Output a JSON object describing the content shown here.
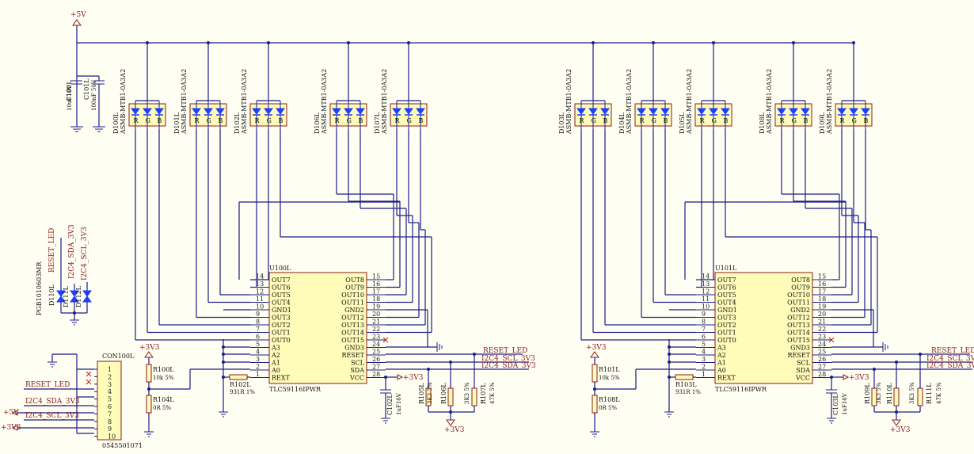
{
  "nets": {
    "p5v": "+5V",
    "p3v3": "+3V3",
    "reset_led": "RESET_LED",
    "i2c_sda": "I2C4_SDA_3V3",
    "i2c_scl": "I2C4_SCL_3V3"
  },
  "caps": {
    "c100": {
      "ref": "C100L",
      "val": "10uF10V"
    },
    "c101": {
      "ref": "C101L",
      "val": "100nF 50V"
    },
    "c102": {
      "ref": "C102L",
      "val": "1uF16V"
    },
    "c103": {
      "ref": "C103L",
      "val": "1uF16V"
    }
  },
  "leds": {
    "part": "ASMB-MTB1-0A3A2",
    "pins": [
      "R",
      "G",
      "B"
    ],
    "left": [
      "D100L",
      "D101L",
      "D102L",
      "D106L",
      "D107L"
    ],
    "right": [
      "D103L",
      "D104L",
      "D105L",
      "D108L",
      "D109L"
    ]
  },
  "ic": {
    "part": "TLC59116IPWR",
    "left_ref": "U100L",
    "right_ref": "U101L",
    "left_pins": [
      {
        "num": "14",
        "name": "OUT7"
      },
      {
        "num": "13",
        "name": "OUT6"
      },
      {
        "num": "12",
        "name": "OUT5"
      },
      {
        "num": "11",
        "name": "OUT4"
      },
      {
        "num": "10",
        "name": "GND1"
      },
      {
        "num": "9",
        "name": "OUT3"
      },
      {
        "num": "8",
        "name": "OUT2"
      },
      {
        "num": "7",
        "name": "OUT1"
      },
      {
        "num": "6",
        "name": "OUT0"
      },
      {
        "num": "5",
        "name": "A3"
      },
      {
        "num": "4",
        "name": "A2"
      },
      {
        "num": "3",
        "name": "A1"
      },
      {
        "num": "2",
        "name": "A0"
      },
      {
        "num": "1",
        "name": "REXT"
      }
    ],
    "right_pins": [
      {
        "num": "15",
        "name": "OUT8"
      },
      {
        "num": "16",
        "name": "OUT9"
      },
      {
        "num": "17",
        "name": "OUT10"
      },
      {
        "num": "18",
        "name": "OUT11"
      },
      {
        "num": "19",
        "name": "GND2"
      },
      {
        "num": "20",
        "name": "OUT12"
      },
      {
        "num": "21",
        "name": "OUT13"
      },
      {
        "num": "22",
        "name": "OUT14"
      },
      {
        "num": "23",
        "name": "OUT15"
      },
      {
        "num": "24",
        "name": "GND3"
      },
      {
        "num": "25",
        "name": "RESET"
      },
      {
        "num": "26",
        "name": "SCL"
      },
      {
        "num": "27",
        "name": "SDA"
      },
      {
        "num": "28",
        "name": "VCC"
      }
    ]
  },
  "resistors": {
    "r100": {
      "ref": "R100L",
      "val": "10k 5%"
    },
    "r104": {
      "ref": "R104L",
      "val": "0R 5%"
    },
    "r102": {
      "ref": "R102L",
      "val": "931R 1%"
    },
    "r105": {
      "ref": "R105L",
      "val": "3K3 5%"
    },
    "r106": {
      "ref": "R106L",
      "val": "3K3 5%"
    },
    "r107": {
      "ref": "R107L",
      "val": "47K 5%"
    },
    "r101": {
      "ref": "R101L",
      "val": "10k 5%"
    },
    "r108": {
      "ref": "R108L",
      "val": "0R 5%"
    },
    "r103": {
      "ref": "R103L",
      "val": "931R 1%"
    },
    "r109": {
      "ref": "R109L",
      "val": "3K3 5%"
    },
    "r110": {
      "ref": "R110L",
      "val": "3K3 5%"
    },
    "r111": {
      "ref": "R111L",
      "val": "47K 5%"
    }
  },
  "esd": {
    "part": "PGB1010603MR",
    "refs": [
      "D110L",
      "D111L",
      "D112L"
    ],
    "nets": [
      "RESET_LED",
      "I2C4_SDA_3V3",
      "I2C4_SCL_3V3"
    ]
  },
  "connector": {
    "ref": "CON100L",
    "part": "0545501071",
    "pins": [
      "1",
      "2",
      "3",
      "4",
      "5",
      "6",
      "7",
      "8",
      "9",
      "10"
    ]
  },
  "colors": {
    "background": "#fffef2",
    "wire": "#1c1c8c",
    "component_body": "#fffbb8",
    "component_outline": "#8a1c1c",
    "net_label": "#8a1c1c",
    "led": "#1f3fff",
    "no_connect": "#cc1c1c"
  }
}
